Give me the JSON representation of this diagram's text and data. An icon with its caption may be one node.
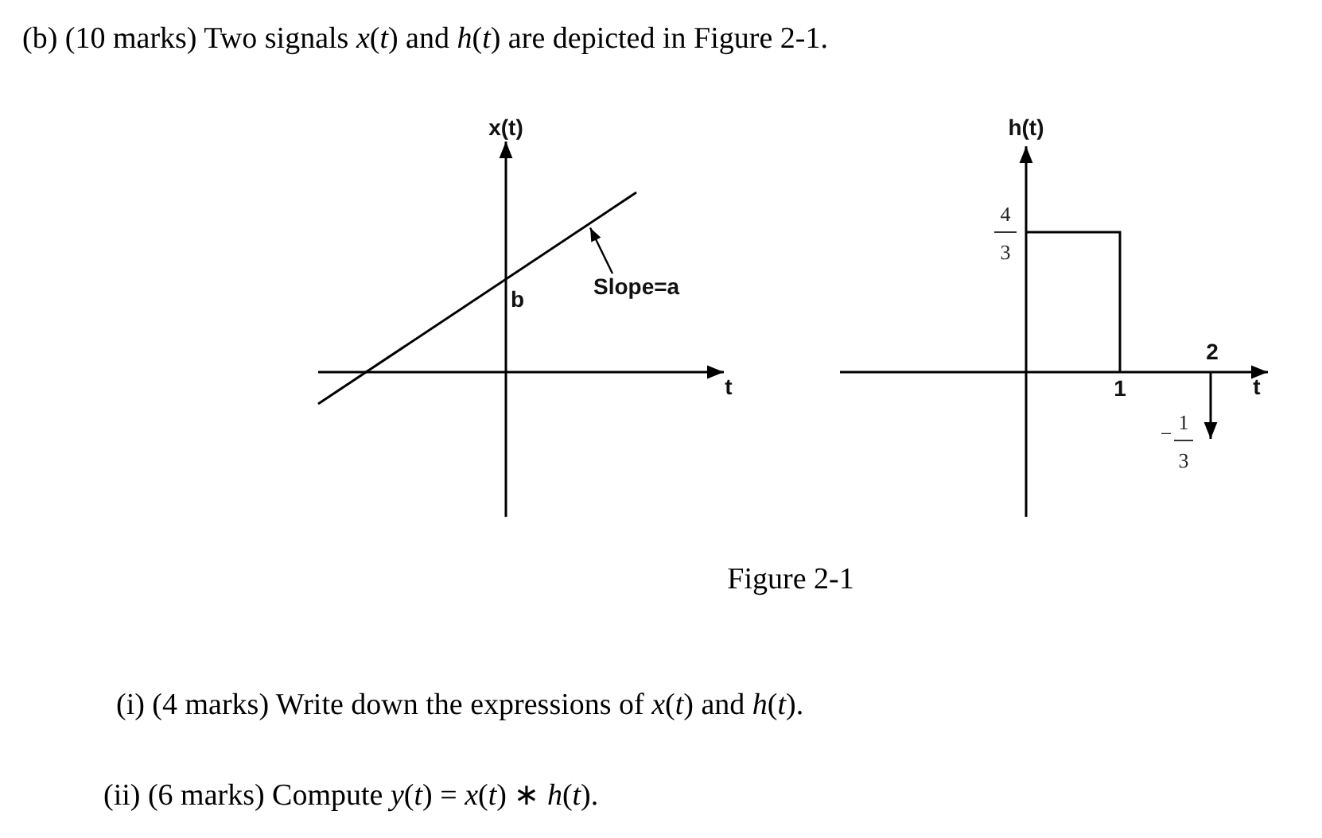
{
  "diagram": {
    "title": "(b) (10 marks) Two signals *x*(*t*) and *h*(*t*) are depicted in Figure 2-1.",
    "caption": "Figure 2-1",
    "nodes": [
      {
        "text": [
          "Slope=a"
        ]
      },
      {
        "text": [],
        "shape": "line"
      }
    ],
    "edges": [
      {
        "from": 0,
        "to": 1,
        "arrow": "to"
      }
    ],
    "labels": [
      "x(t)",
      "h(t)",
      "4",
      "3",
      "b",
      "2",
      "t",
      "1",
      "t",
      "−",
      "1",
      "3",
      "(i) (4 marks) Write down the expressions of *x*(*t*) and *h*(*t*).",
      "(ii) (6 marks) Compute *y*(*t*) = *x*(*t*) ∗ *h*(*t*)."
    ]
  }
}
